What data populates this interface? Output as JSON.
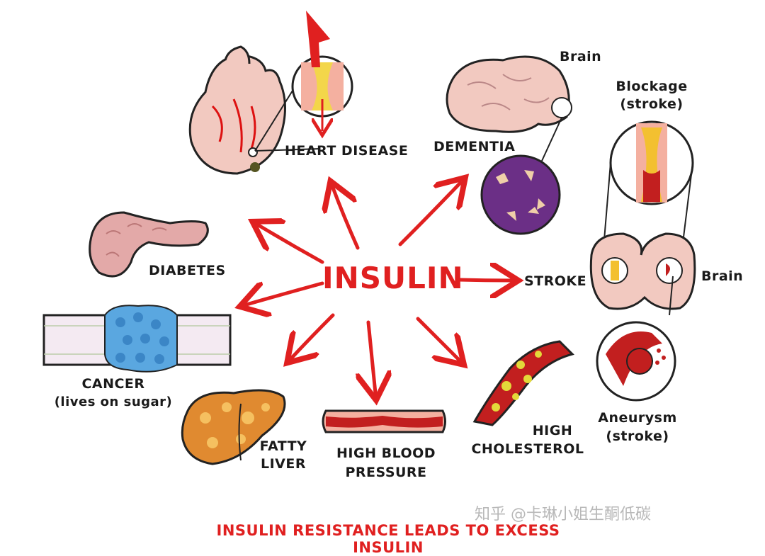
{
  "center_label": "INSULIN",
  "caption": "INSULIN RESISTANCE LEADS TO EXCESS INSULIN",
  "watermark": "知乎 @卡琳小姐生酮低碳",
  "labels": {
    "heart_disease": "HEART DISEASE",
    "dementia": "DEMENTIA",
    "brain_top": "Brain",
    "blockage": "Blockage",
    "blockage_sub": "(stroke)",
    "diabetes": "DIABETES",
    "stroke": "STROKE",
    "brain_right": "Brain",
    "cancer": "CANCER",
    "cancer_sub": "(lives on sugar)",
    "fatty_line1": "FATTY",
    "fatty_line2": "LIVER",
    "hbp_line1": "HIGH BLOOD",
    "hbp_line2": "PRESSURE",
    "chol_line1": "HIGH",
    "chol_line2": "CHOLESTEROL",
    "aneurysm": "Aneurysm",
    "aneurysm_sub": "(stroke)"
  },
  "colors": {
    "accent_red": "#e02020",
    "ink": "#1a1a1a",
    "flesh": "#f2c9c0",
    "purple": "#6b2f86",
    "blue": "#5aa7e0",
    "liver_orange": "#e08a30"
  },
  "icons": {
    "heart": "heart-illustration-icon",
    "brain": "brain-illustration-icon",
    "pancreas": "pancreas-illustration-icon",
    "tissue": "cancer-tissue-icon",
    "liver": "liver-illustration-icon",
    "vessel": "blood-vessel-icon",
    "artery": "cholesterol-artery-icon",
    "arrow": "red-arrow-icon"
  }
}
